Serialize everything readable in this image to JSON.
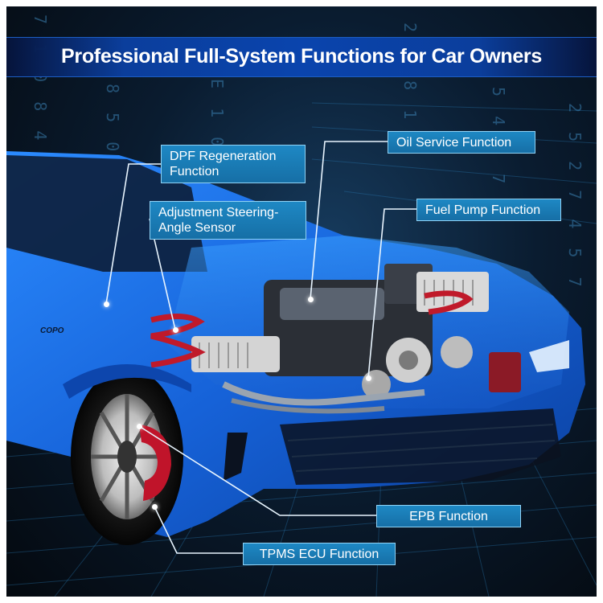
{
  "title": "Professional Full-System Functions for Car Owners",
  "callouts": {
    "dpf_line1": "DPF Regeneration",
    "dpf_line2": "Function",
    "steering_line1": "Adjustment Steering-",
    "steering_line2": "Angle Sensor",
    "oil": "Oil Service Function",
    "fuel": "Fuel Pump Function",
    "epb": "EPB Function",
    "tpms": "TPMS ECU Function"
  },
  "badge": "COPO",
  "colors": {
    "car_body": "#1a6fe0",
    "callout_fill": "#1a7fbf",
    "banner": "#0a44ad",
    "caliper": "#c0142a"
  },
  "icons": [
    "car-illustration",
    "engine-illustration",
    "wheel-illustration",
    "spring-illustration"
  ]
}
